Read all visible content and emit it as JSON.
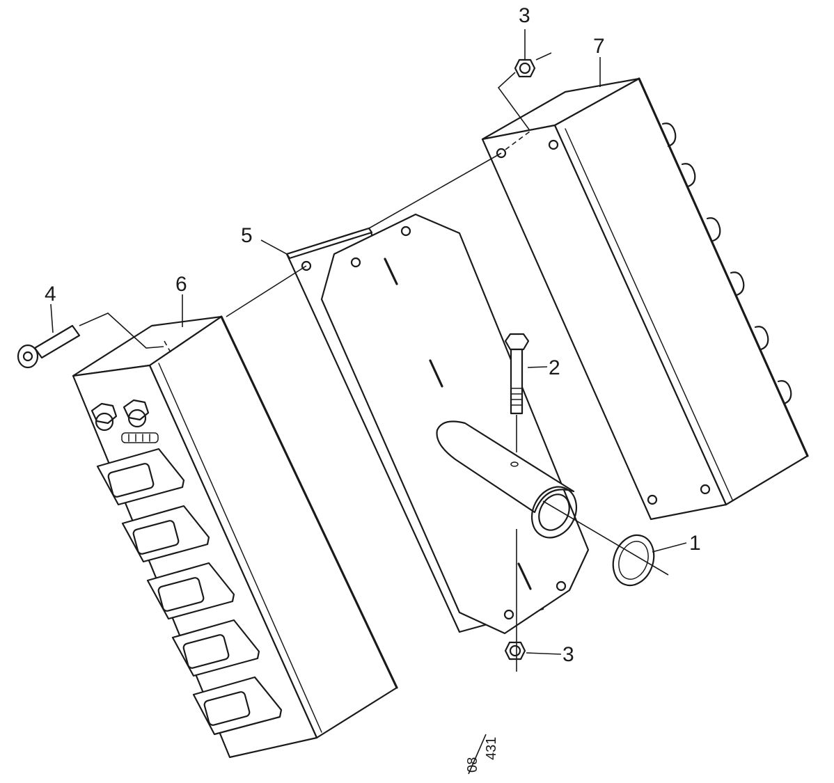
{
  "callouts": {
    "c1": "1",
    "c2": "2",
    "c3_top": "3",
    "c3_bottom": "3",
    "c4": "4",
    "c5": "5",
    "c6": "6",
    "c7": "7"
  },
  "document_ref": {
    "upper": "08",
    "lower": "431"
  },
  "colors": {
    "line": "#1a1a1a",
    "background": "#ffffff"
  }
}
